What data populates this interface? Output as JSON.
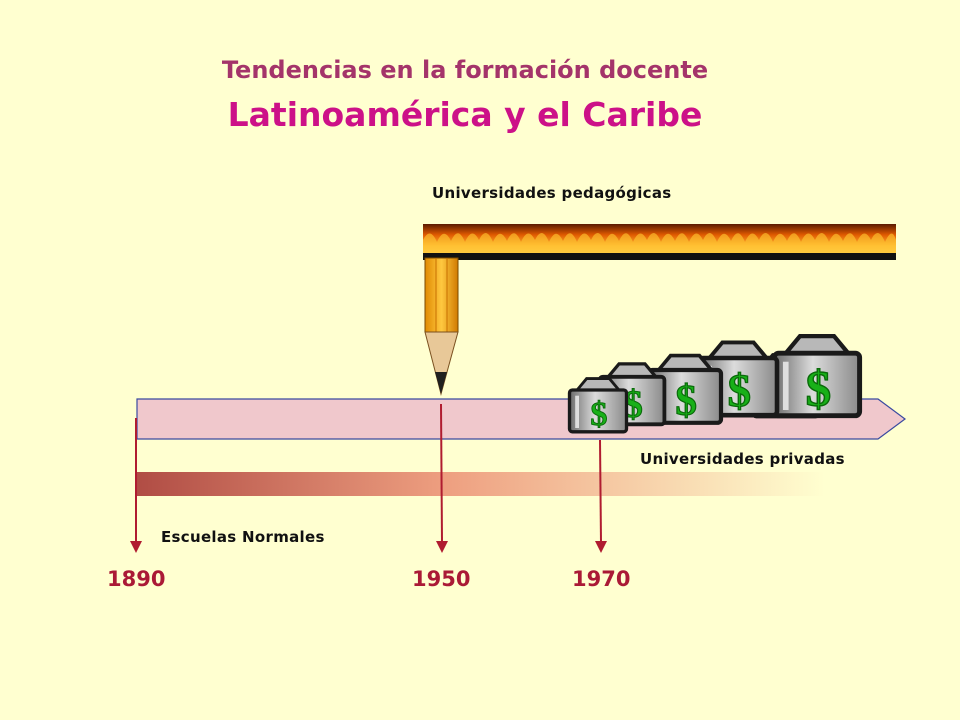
{
  "title": {
    "line1": "Tendencias en la formación docente",
    "line2": "Latinoamérica y el Caribe"
  },
  "labels": {
    "universidades_pedagogicas": "Universidades pedagógicas",
    "universidades_privadas": "Universidades privadas",
    "escuelas_normales": "Escuelas Normales"
  },
  "years": [
    "1890",
    "1950",
    "1970"
  ],
  "money_bag_symbol": "$",
  "colors": {
    "background": "#ffffd0",
    "title_line1": "#a4346a",
    "title_line2": "#cc1188",
    "year_text": "#aa1a36",
    "timeline_arrow": "#f0c8cc",
    "marker_line": "#b01c30"
  },
  "icons": [
    "pencil-icon",
    "flame-banner",
    "money-bag-icon"
  ]
}
